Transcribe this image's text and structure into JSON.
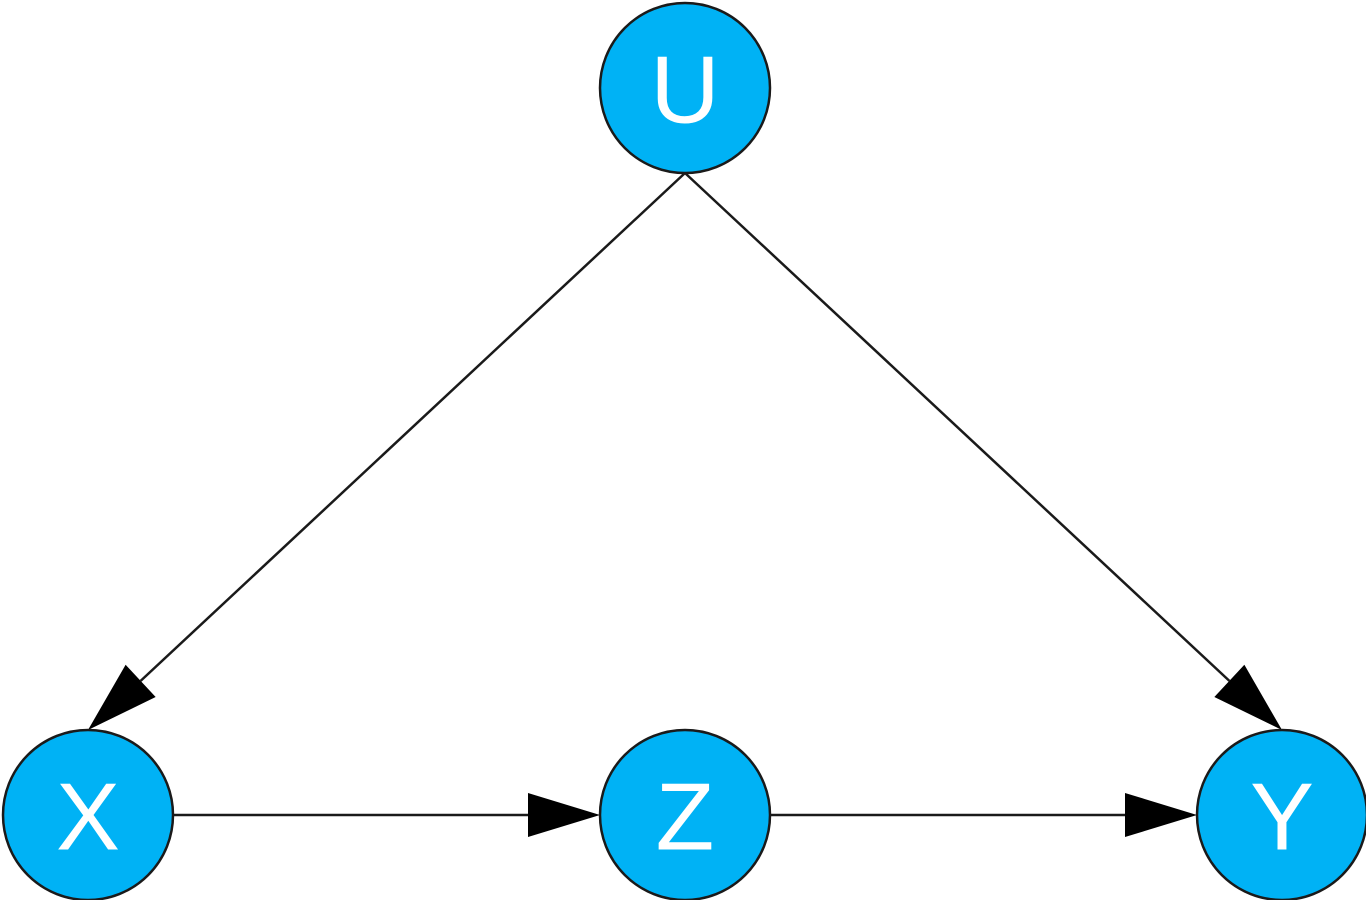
{
  "diagram": {
    "node_color": "#00B2F5",
    "nodes": [
      {
        "id": "U",
        "label": "U"
      },
      {
        "id": "X",
        "label": "X"
      },
      {
        "id": "Z",
        "label": "Z"
      },
      {
        "id": "Y",
        "label": "Y"
      }
    ],
    "edges": [
      {
        "from": "U",
        "to": "X"
      },
      {
        "from": "U",
        "to": "Y"
      },
      {
        "from": "X",
        "to": "Z"
      },
      {
        "from": "Z",
        "to": "Y"
      }
    ]
  }
}
